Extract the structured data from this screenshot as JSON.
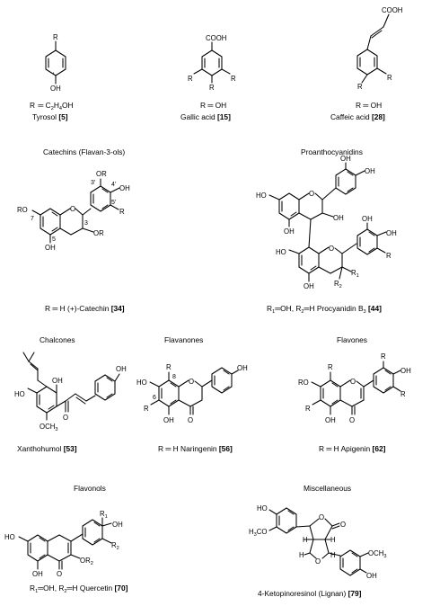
{
  "compounds": {
    "tyrosol": {
      "r_formula_prefix": "R",
      "r_formula_c": "C",
      "r_formula_c_sub": "2",
      "r_formula_h": "H",
      "r_formula_h_sub": "4",
      "r_formula_oh": "OH",
      "name": "Tyrosol",
      "ref": "[5]",
      "atoms": {
        "r": "R",
        "oh": "OH"
      }
    },
    "gallic": {
      "r_eq": "R",
      "r_val": "OH",
      "name": "Gallic acid",
      "ref": "[15]",
      "atoms": {
        "cooh": "COOH",
        "r1": "R",
        "r2": "R",
        "r3": "R"
      }
    },
    "caffeic": {
      "r_eq": "R",
      "r_val": "OH",
      "name": "Caffeic acid",
      "ref": "[28]",
      "atoms": {
        "cooh": "COOH",
        "r1": "R",
        "r2": "R"
      }
    },
    "catechin": {
      "heading": "Catechins (Flavan-3-ols)",
      "r_eq": "R",
      "r_val": "H",
      "name": "(+)-Catechin",
      "ref": "[34]",
      "atoms": {
        "or_top": "OR",
        "oh_right": "OH",
        "r_right": "R",
        "ro_left": "RO",
        "o_ring": "O",
        "or_c3": "OR",
        "oh_bottom": "OH",
        "n3p": "3'",
        "n4p": "4'",
        "n5p": "5'",
        "n7": "7",
        "n3": "3",
        "n5": "5"
      }
    },
    "procyanidin": {
      "heading": "Proanthocyanidins",
      "r1_label": "R",
      "r1_sub": "1",
      "r1_val": "OH",
      "r2_label": "R",
      "r2_sub": "2",
      "r2_val": "H",
      "name": "Procyanidin B",
      "name_sub": "3",
      "ref": "[44]",
      "atoms": {
        "oh1": "OH",
        "oh2": "OH",
        "ho_left_top": "HO",
        "o_top": "O",
        "oh_c3_top": "OH",
        "oh_a_bottom": "OH",
        "oh_e1": "OH",
        "oh_e2": "OH",
        "r_e": "R",
        "ho_left_bot": "HO",
        "o_bot": "O",
        "r1": "R",
        "r1_sub": "1",
        "r2": "R",
        "r2_sub": "2",
        "oh_bot": "OH"
      }
    },
    "xanthohumol": {
      "heading": "Chalcones",
      "name": "Xanthohumol",
      "ref": "[53]",
      "atoms": {
        "oh_right": "OH",
        "ho_left": "HO",
        "oh_mid": "OH",
        "o_keto": "O",
        "och3_o": "OCH",
        "och3_sub": "3"
      }
    },
    "naringenin": {
      "heading": "Flavanones",
      "r_eq": "R",
      "r_val": "H",
      "name": "Naringenin",
      "ref": "[56]",
      "atoms": {
        "oh_right": "OH",
        "r8": "R",
        "n8": "8",
        "ho": "HO",
        "o_ring": "O",
        "n6": "6",
        "r6": "R",
        "oh_bottom": "OH",
        "o_keto": "O"
      }
    },
    "apigenin": {
      "heading": "Flavones",
      "r_eq": "R",
      "r_val": "H",
      "name": "Apigenin",
      "ref": "[62]",
      "atoms": {
        "r_top": "R",
        "oh_right": "OH",
        "r8": "R",
        "ro": "RO",
        "o_ring": "O",
        "r_b": "R",
        "r6": "R",
        "oh_bottom": "OH",
        "o_keto": "O"
      }
    },
    "quercetin": {
      "heading": "Flavonols",
      "r1_label": "R",
      "r1_sub": "1",
      "r1_val": "OH",
      "r2_label": "R",
      "r2_sub": "2",
      "r2_val": "H",
      "name": "Quercetin",
      "ref": "[70]",
      "atoms": {
        "r1": "R",
        "r1_sub": "1",
        "oh_right": "OH",
        "r2": "R",
        "r2_sub": "2",
        "ho": "HO",
        "or2": "OR",
        "or2_sub": "2",
        "oh_bottom": "OH",
        "o_keto": "O"
      }
    },
    "ketopinoresinol": {
      "heading": "Miscellaneous",
      "name": "4-Ketopinoresinol (Lignan)",
      "ref": "[79]",
      "atoms": {
        "ho_top": "HO",
        "h3co": "H",
        "h3co_sub": "3",
        "h3co_rest": "CO",
        "o_lactone": "O",
        "o_keto": "O",
        "h1": "H",
        "h2": "H",
        "h3": "H",
        "h4": "H",
        "o_bridge": "O",
        "och3": "OCH",
        "och3_sub": "3",
        "oh_bottom": "OH"
      }
    }
  }
}
